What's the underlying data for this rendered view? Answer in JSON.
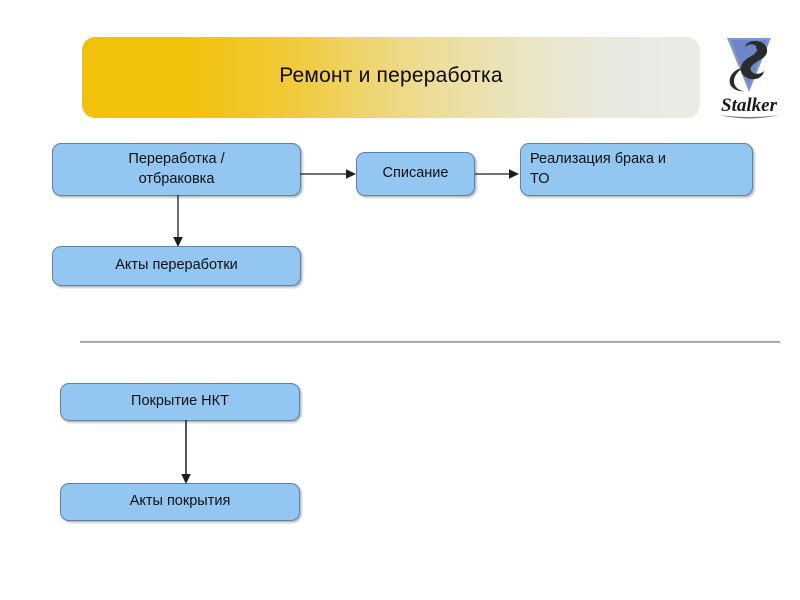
{
  "slide": {
    "title": "Ремонт и переработка",
    "background_color": "#ffffff"
  },
  "logo": {
    "name": "stalker-logo",
    "wordmark": "Stalker",
    "shield_color": "#6C86C8",
    "mark_color": "#2b2b2b"
  },
  "theme": {
    "banner_gradient_start": "#F2C10B",
    "banner_gradient_end": "#EAEAE7",
    "node_fill": "#93C6F0",
    "node_border": "#5C83A8",
    "divider_color": "#8d8d8d",
    "text_color": "#111111"
  },
  "diagram": {
    "top_group": {
      "nodes": [
        {
          "id": "pererabotka",
          "label": "Переработка /\nотбраковка",
          "align": "center"
        },
        {
          "id": "spisanie",
          "label": "Списание",
          "align": "center"
        },
        {
          "id": "realizaciya",
          "label": "Реализация брака и\nТО",
          "align": "left"
        },
        {
          "id": "akty-pererabotki",
          "label": "Акты переработки",
          "align": "center"
        }
      ],
      "edges": [
        {
          "from": "pererabotka",
          "to": "spisanie",
          "direction": "right"
        },
        {
          "from": "spisanie",
          "to": "realizaciya",
          "direction": "right"
        },
        {
          "from": "pererabotka",
          "to": "akty-pererabotki",
          "direction": "down"
        }
      ]
    },
    "bottom_group": {
      "nodes": [
        {
          "id": "pokrytie-nkt",
          "label": "Покрытие НКТ",
          "align": "center"
        },
        {
          "id": "akty-pokrytiya",
          "label": "Акты покрытия",
          "align": "center"
        }
      ],
      "edges": [
        {
          "from": "pokrytie-nkt",
          "to": "akty-pokrytiya",
          "direction": "down"
        }
      ]
    }
  }
}
